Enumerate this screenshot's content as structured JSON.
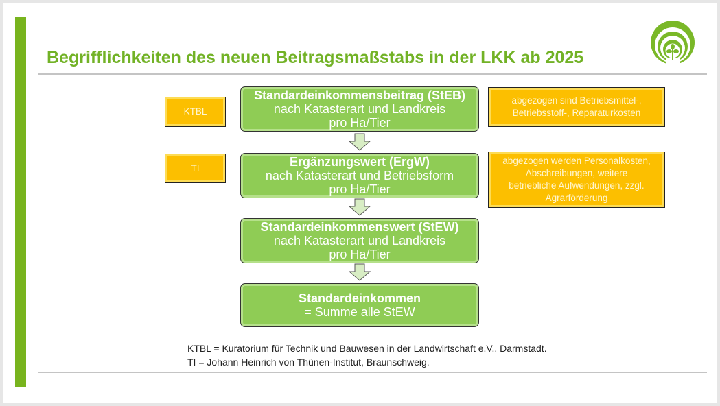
{
  "title": "Begrifflichkeiten des neuen Beitragsmaßstabs in der LKK ab 2025",
  "sources": [
    "KTBL",
    "TI"
  ],
  "steps": [
    {
      "title": "Standardeinkommensbeitrag (StEB)",
      "line1": "nach Katasterart und Landkreis",
      "line2": "pro Ha/Tier"
    },
    {
      "title": "Ergänzungswert (ErgW)",
      "line1": "nach Katasterart und Betriebsform",
      "line2": "pro Ha/Tier"
    },
    {
      "title": "Standardeinkommenswert (StEW)",
      "line1": "nach Katasterart und Landkreis",
      "line2": "pro Ha/Tier"
    },
    {
      "title": "Standardeinkommen",
      "line1": "= Summe alle StEW"
    }
  ],
  "notes_right": [
    [
      "abgezogen sind Betriebsmittel-,",
      "Betriebsstoff-, Reparaturkosten"
    ],
    [
      "abgezogen werden Personalkosten,",
      "Abschreibungen, weitere",
      "betriebliche Aufwendungen, zzgl.",
      "Agrarförderung"
    ]
  ],
  "footnotes": [
    "KTBL = Kuratorium für Technik und Bauwesen in der Landwirtschaft e.V., Darmstadt.",
    "TI = Johann Heinrich von Thünen-Institut, Braunschweig."
  ],
  "colors": {
    "brand_green": "#78b41e",
    "box_green": "#8fcc55",
    "box_orange": "#fcbf00"
  }
}
